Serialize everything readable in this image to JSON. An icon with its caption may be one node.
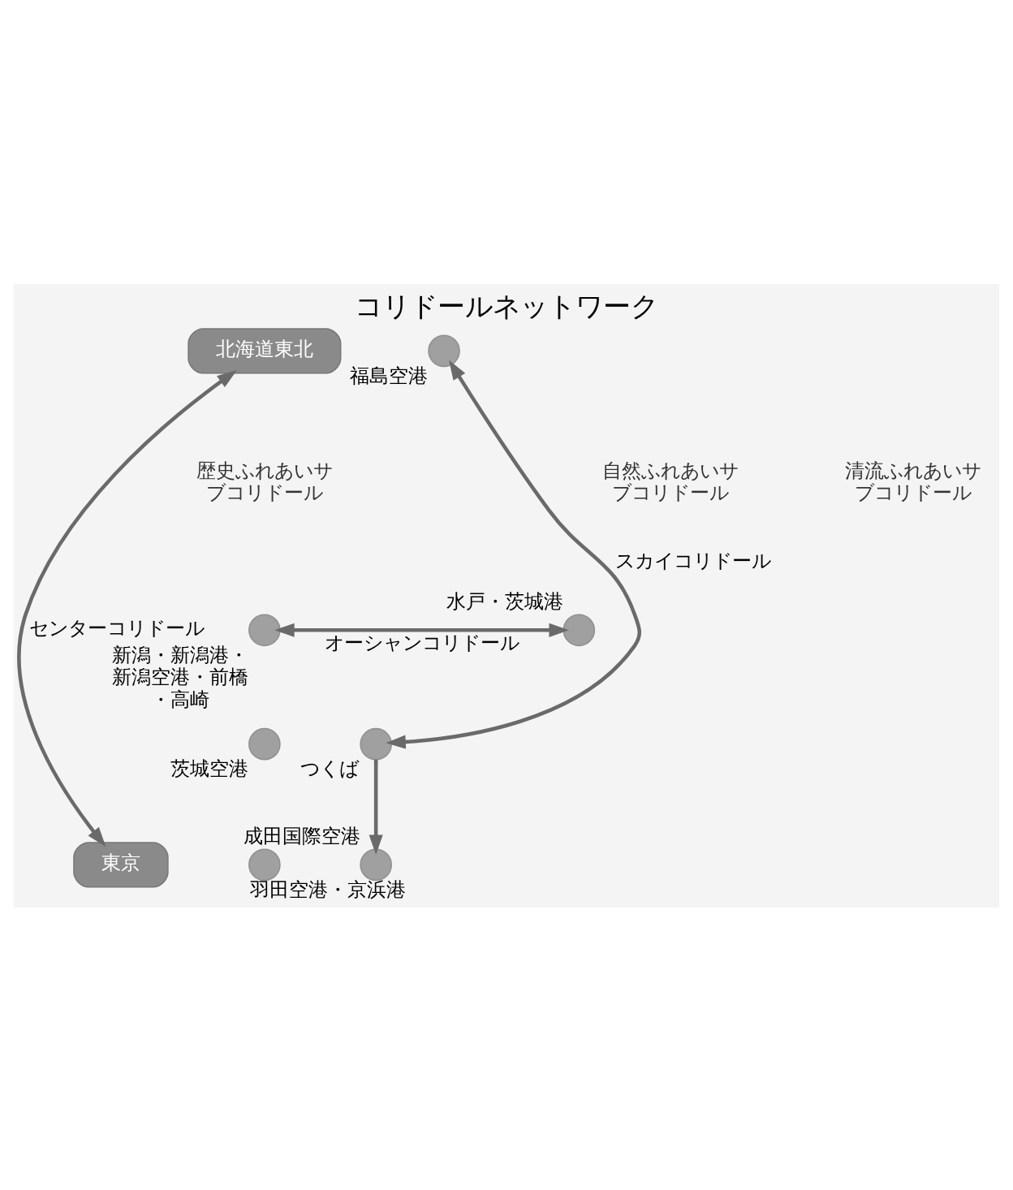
{
  "diagram": {
    "title": "コリドールネットワーク",
    "nodes": [
      {
        "text": [
          "北海道東北"
        ]
      },
      {
        "text": [],
        "shape": "circle",
        "beside": [
          "福島空港"
        ]
      },
      {
        "text": [],
        "shape": "circle",
        "beside": [
          "新潟・新潟港・新潟空港・前橋・高崎"
        ]
      },
      {
        "text": [],
        "shape": "circle",
        "beside": [
          "水戸・茨城港"
        ]
      },
      {
        "text": [],
        "shape": "circle",
        "beside": [
          "茨城空港"
        ]
      },
      {
        "text": [],
        "shape": "circle",
        "beside": [
          "つくば"
        ]
      },
      {
        "text": [],
        "shape": "circle",
        "beside": [
          "羽田空港・京浜港"
        ]
      },
      {
        "text": [],
        "shape": "circle",
        "beside": [
          "成田国際空港"
        ]
      },
      {
        "text": [
          "東京"
        ]
      }
    ],
    "edges": [
      {
        "from": 8,
        "to": 0,
        "arrow": "both",
        "label": "センターコリドール"
      },
      {
        "from": 2,
        "to": 3,
        "arrow": "both",
        "label": "オーシャンコリドール"
      },
      {
        "from": 5,
        "to": 1,
        "arrow": "both",
        "label": "スカイコリドール"
      },
      {
        "from": 5,
        "to": 7,
        "arrow": "to"
      }
    ],
    "labels": [
      "歴史ふれあいサブコリドール",
      "自然ふれあいサブコリドール",
      "清流ふれあいサブコリドール"
    ]
  }
}
